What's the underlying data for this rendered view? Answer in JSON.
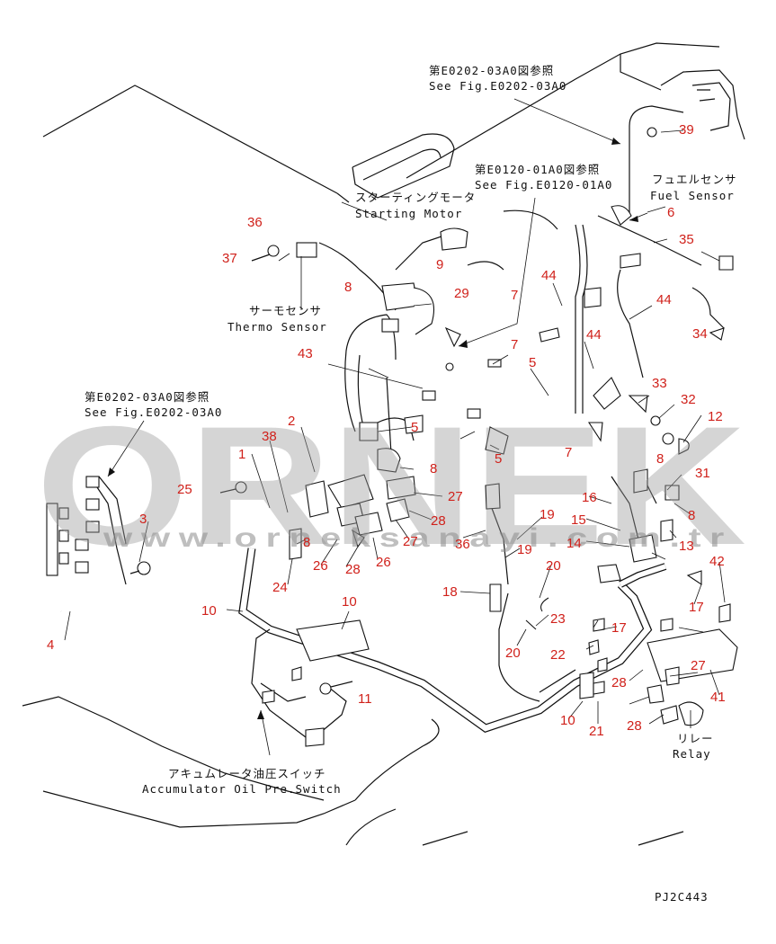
{
  "watermark": {
    "main": "ORNEK",
    "sub": "www.orneksanayi.com.tr"
  },
  "references": [
    {
      "id": "ref-e0202-top",
      "jp": "第E0202-03A0図参照",
      "en": "See Fig.E0202-03A0"
    },
    {
      "id": "ref-e0120",
      "jp": "第E0120-01A0図参照",
      "en": "See Fig.E0120-01A0"
    },
    {
      "id": "ref-e0202-left",
      "jp": "第E0202-03A0図参照",
      "en": "See Fig.E0202-03A0"
    }
  ],
  "components": {
    "fuel_sensor": {
      "jp": "フュエルセンサ",
      "en": "Fuel Sensor"
    },
    "starting_motor": {
      "jp": "スターティングモータ",
      "en": "Starting Motor"
    },
    "thermo_sensor": {
      "jp": "サーモセンサ",
      "en": "Thermo Sensor"
    },
    "accumulator_switch": {
      "jp": "アキュムレータ油圧スイッチ",
      "en": "Accumulator Oil Pre.Switch"
    },
    "relay": {
      "jp": "リレー",
      "en": "Relay"
    }
  },
  "part_numbers": [
    "1",
    "2",
    "3",
    "4",
    "5",
    "5",
    "5",
    "6",
    "7",
    "7",
    "7",
    "8",
    "8",
    "8",
    "8",
    "8",
    "9",
    "10",
    "10",
    "10",
    "11",
    "12",
    "13",
    "14",
    "15",
    "16",
    "17",
    "17",
    "18",
    "19",
    "19",
    "20",
    "20",
    "21",
    "22",
    "23",
    "24",
    "25",
    "26",
    "26",
    "27",
    "27",
    "27",
    "28",
    "28",
    "28",
    "28",
    "29",
    "31",
    "32",
    "33",
    "34",
    "35",
    "36",
    "36",
    "37",
    "38",
    "39",
    "41",
    "42",
    "43",
    "44",
    "44",
    "44"
  ],
  "drawing_code": "PJ2C443"
}
